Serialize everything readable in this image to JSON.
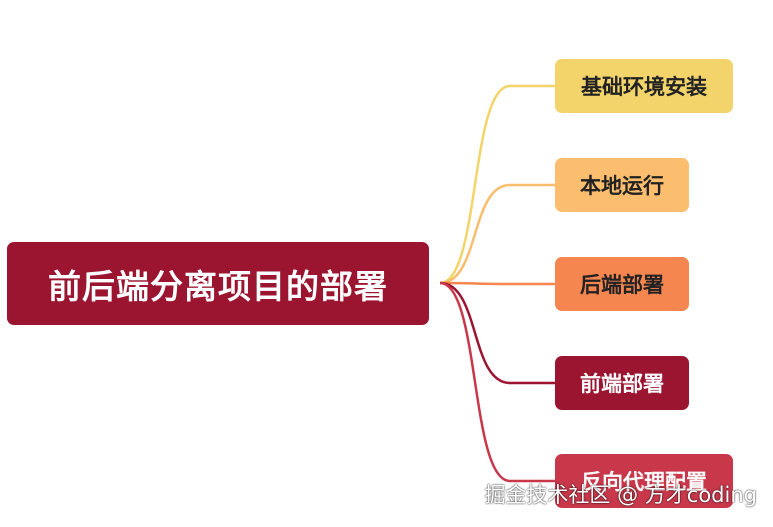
{
  "root": {
    "label": "前后端分离项目的部署",
    "color": "#9b1530"
  },
  "branches": [
    {
      "label": "基础环境安装",
      "bg": "#f2d46b",
      "text": "#222222",
      "line": "#f2d46b"
    },
    {
      "label": "本地运行",
      "bg": "#fbbe6e",
      "text": "#222222",
      "line": "#fbbe6e"
    },
    {
      "label": "后端部署",
      "bg": "#f5864f",
      "text": "#222222",
      "line": "#f5864f"
    },
    {
      "label": "前端部署",
      "bg": "#9b1530",
      "text": "#ffffff",
      "line": "#9b1530"
    },
    {
      "label": "反向代理配置",
      "bg": "#c8384a",
      "text": "#ffffff",
      "line": "#c8384a"
    }
  ],
  "watermark": "掘金技术社区 @ 方才coding"
}
